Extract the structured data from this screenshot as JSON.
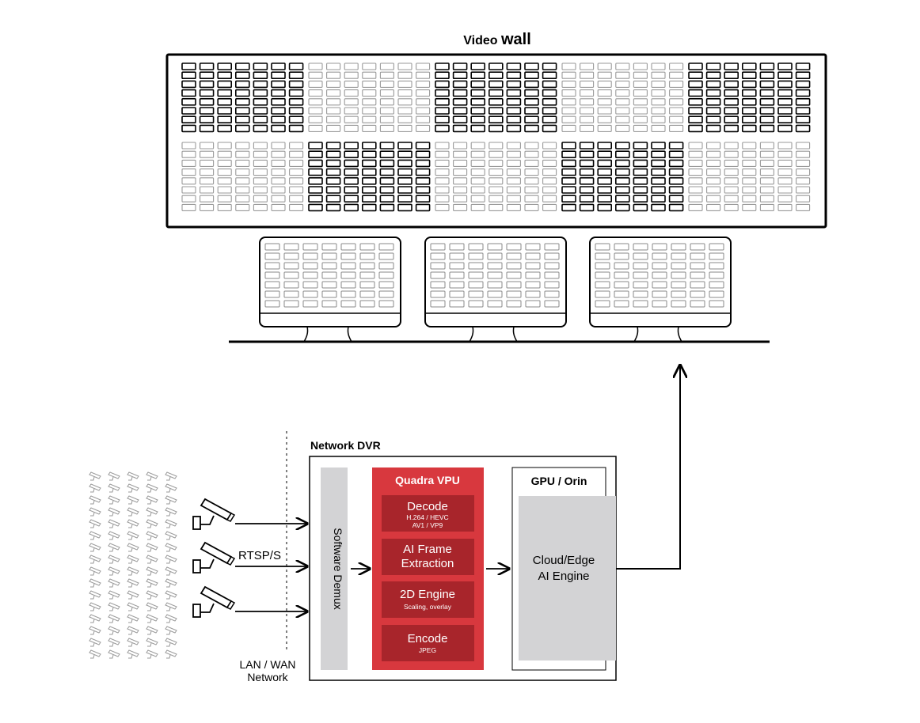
{
  "title": {
    "part1": "Video",
    "part2": "wall"
  },
  "colors": {
    "vpu_red": "#d8383e",
    "vpu_block": "#a8252b",
    "gray_block": "#d3d3d5",
    "dark_tile": "#000000",
    "light_tile": "#9a9a9a"
  },
  "icons": {
    "camera": "cctv-camera-icon",
    "mini_camera": "mini-camera-icon"
  },
  "dvr": {
    "label": "Network DVR",
    "demux_label": "Software Demux",
    "vpu": {
      "title": "Quadra VPU",
      "blocks": [
        {
          "name": "Decode",
          "sub1": "H.264 / HEVC",
          "sub2": "AV1 / VP9"
        },
        {
          "name1": "AI Frame",
          "name2": "Extraction"
        },
        {
          "name": "2D Engine",
          "sub1": "Scaling, overlay"
        },
        {
          "name": "Encode",
          "sub1": "JPEG"
        }
      ]
    },
    "gpu": {
      "title": "GPU / Orin",
      "line1": "Cloud/Edge",
      "line2": "AI Engine"
    }
  },
  "network": {
    "protocol": "RTSP/S",
    "line1": "LAN / WAN",
    "line2": "Network"
  }
}
